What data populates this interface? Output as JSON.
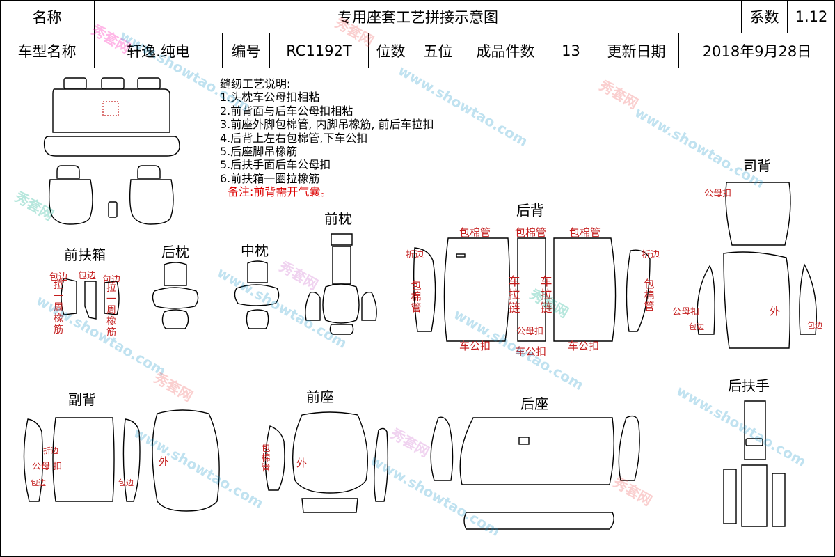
{
  "header": {
    "name_label": "名称",
    "title": "专用座套工艺拼接示意图",
    "coef_label": "系数",
    "coef_value": "1.12",
    "model_label": "车型名称",
    "model_value": "轩逸.纯电",
    "code_label": "编号",
    "code_value": "RC1192T",
    "seats_label": "位数",
    "seats_value": "五位",
    "pieces_label": "成品件数",
    "pieces_value": "13",
    "date_label": "更新日期",
    "date_value": "2018年9月28日"
  },
  "notes": {
    "heading": "缝纫工艺说明:",
    "items": [
      "1.头枕车公母扣相粘",
      "2.前背面与后车公母扣相粘",
      "3.前座外脚包棉管, 内脚吊橡筋, 前后车拉扣",
      "4.后背上左右包棉管,下车公扣",
      "5.后座脚吊橡筋",
      "5.后扶手面后车公母扣",
      "6.前扶箱一圈拉橡筋"
    ],
    "remark": "备注:前背需开气囊。"
  },
  "sections": {
    "front_armrest_box": "前扶箱",
    "rear_headrest": "后枕",
    "middle_headrest": "中枕",
    "front_headrest": "前枕",
    "rear_back": "后背",
    "driver_back": "司背",
    "passenger_back": "副背",
    "front_seat": "前座",
    "rear_seat": "后座",
    "rear_armrest": "后扶手"
  },
  "annotations": {
    "wrap_edge": "包边",
    "pull_elastic": "拉一周橡筋",
    "foam_tube": "包棉管",
    "fold_edge": "折边",
    "zipper": "车拉链",
    "snap_pair": "公母扣",
    "male_snap": "车公扣",
    "outer": "外",
    "snap_button": "公母 扣"
  },
  "watermark": {
    "cn": "秀套网",
    "en": "www.showtao.com"
  }
}
